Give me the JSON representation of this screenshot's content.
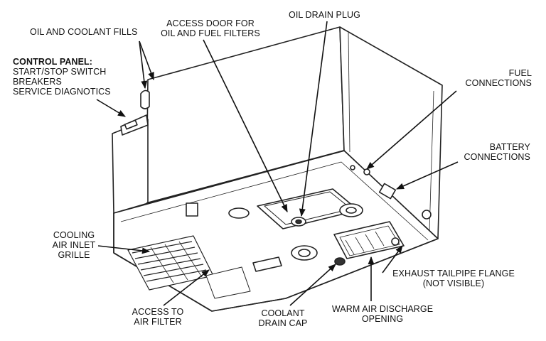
{
  "labels": {
    "oil_coolant_fills": "OIL AND COOLANT FILLS",
    "control_panel": {
      "title": "CONTROL PANEL:",
      "line1": "START/STOP SWITCH",
      "line2": "BREAKERS",
      "line3": "SERVICE DIAGNOTICS"
    },
    "access_door": {
      "line1": "ACCESS DOOR FOR",
      "line2": "OIL AND FUEL FILTERS"
    },
    "oil_drain_plug": "OIL DRAIN PLUG",
    "fuel_connections": {
      "line1": "FUEL",
      "line2": "CONNECTIONS"
    },
    "battery_connections": {
      "line1": "BATTERY",
      "line2": "CONNECTIONS"
    },
    "cooling_air_inlet": {
      "line1": "COOLING",
      "line2": "AIR INLET",
      "line3": "GRILLE"
    },
    "access_air_filter": {
      "line1": "ACCESS TO",
      "line2": "AIR FILTER"
    },
    "coolant_drain_cap": {
      "line1": "COOLANT",
      "line2": "DRAIN CAP"
    },
    "warm_air_discharge": {
      "line1": "WARM AIR DISCHARGE",
      "line2": "OPENING"
    },
    "exhaust_tailpipe": {
      "line1": "EXHAUST TAILPIPE FLANGE",
      "line2": "(NOT VISIBLE)"
    }
  }
}
